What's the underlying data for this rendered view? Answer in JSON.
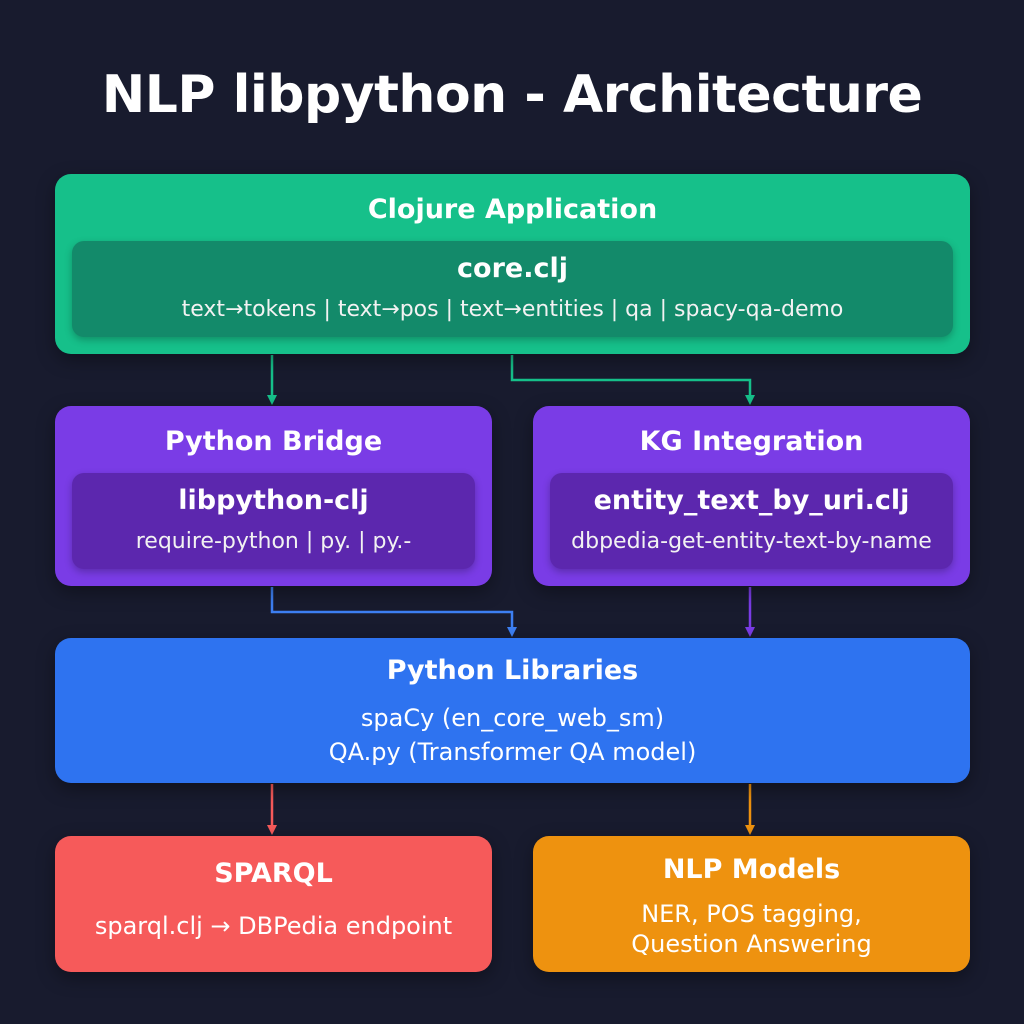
{
  "title": "NLP libpython - Architecture",
  "colors": {
    "background": "#181b2e",
    "clojure": "#16c08a",
    "bridge": "#7a3ce6",
    "python_libs": "#2e73f0",
    "sparql": "#f65a5a",
    "nlp_models": "#ee920f"
  },
  "clojure_app": {
    "title": "Clojure Application",
    "module": "core.clj",
    "functions": "text→tokens  |  text→pos  |  text→entities  |  qa  |  spacy-qa-demo"
  },
  "python_bridge": {
    "title": "Python Bridge",
    "module": "libpython-clj",
    "functions": "require-python  |  py.  |  py.-"
  },
  "kg_integration": {
    "title": "KG Integration",
    "module": "entity_text_by_uri.clj",
    "functions": "dbpedia-get-entity-text-by-name"
  },
  "python_libraries": {
    "title": "Python Libraries",
    "line1": "spaCy (en_core_web_sm)",
    "line2": "QA.py (Transformer QA model)"
  },
  "sparql": {
    "title": "SPARQL",
    "line1": "sparql.clj → DBPedia endpoint"
  },
  "nlp_models": {
    "title": "NLP Models",
    "line1": "NER, POS tagging,",
    "line2": "Question Answering"
  }
}
